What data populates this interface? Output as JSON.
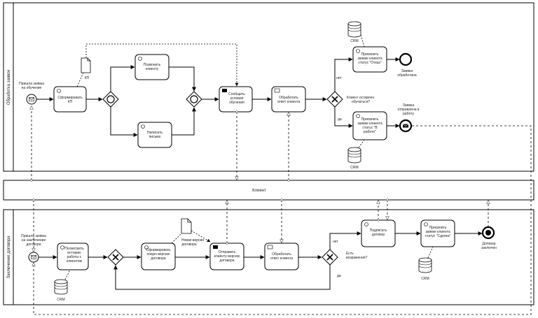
{
  "pools": {
    "top": "Обработка заявок",
    "client": "Клиент",
    "bottom": "Заключение договора"
  },
  "top": {
    "start_l1": "Пришла заявка",
    "start_l2": "на обучение",
    "form_kp_l1": "Сформировать",
    "form_kp_l2": "КП",
    "kp_doc": "КП",
    "call_l1": "Позвонить",
    "call_l2": "клиенту",
    "write_l1": "Написать",
    "write_l2": "письмо",
    "report_l1": "Сообщить",
    "report_l2": "условия",
    "report_l3": "обучения",
    "process_l1": "Обработать",
    "process_l2": "ответ клиента",
    "q_l1": "Клиент оставлен",
    "q_l2": "обучаться?",
    "no": "нет",
    "yes": "да",
    "refuse_l1": "Присвоить",
    "refuse_l2": "заявке клиента",
    "refuse_l3": "статус \"Отказ\"",
    "work_l1": "Присвоить",
    "work_l2": "заявке клиента",
    "work_l3": "статус \"В",
    "work_l4": "работе\"",
    "crm1": "CRM",
    "crm2": "CRM",
    "done_l1": "Заявка",
    "done_l2": "обработана",
    "sent_l1": "Заявка",
    "sent_l2": "отправлена в",
    "sent_l3": "работу"
  },
  "bottom": {
    "start_l1": "Пришла заявка",
    "start_l2": "на заключение",
    "start_l3": "договора",
    "hist_l1": "Посмотреть",
    "hist_l2": "историю",
    "hist_l3": "работы с",
    "hist_l4": "клиентом",
    "crm3": "CRM",
    "newver_l1": "Сформировать",
    "newver_l2": "новую версию",
    "newver_l3": "договора",
    "doc_l1": "Новая версия",
    "doc_l2": "договора",
    "send_l1": "Отправить",
    "send_l2": "клиенту версию",
    "send_l3": "договора",
    "process_l1": "Обработать",
    "process_l2": "ответ клиента",
    "no": "нет",
    "yes": "да",
    "q_l1": "Есть",
    "q_l2": "возражения?",
    "sign_l1": "Подписать",
    "sign_l2": "договор",
    "deal_l1": "Присвоить",
    "deal_l2": "заявке клиента",
    "deal_l3": "статус \"Сделка\"",
    "crm4": "CRM",
    "end_l1": "Договор",
    "end_l2": "заключен"
  }
}
